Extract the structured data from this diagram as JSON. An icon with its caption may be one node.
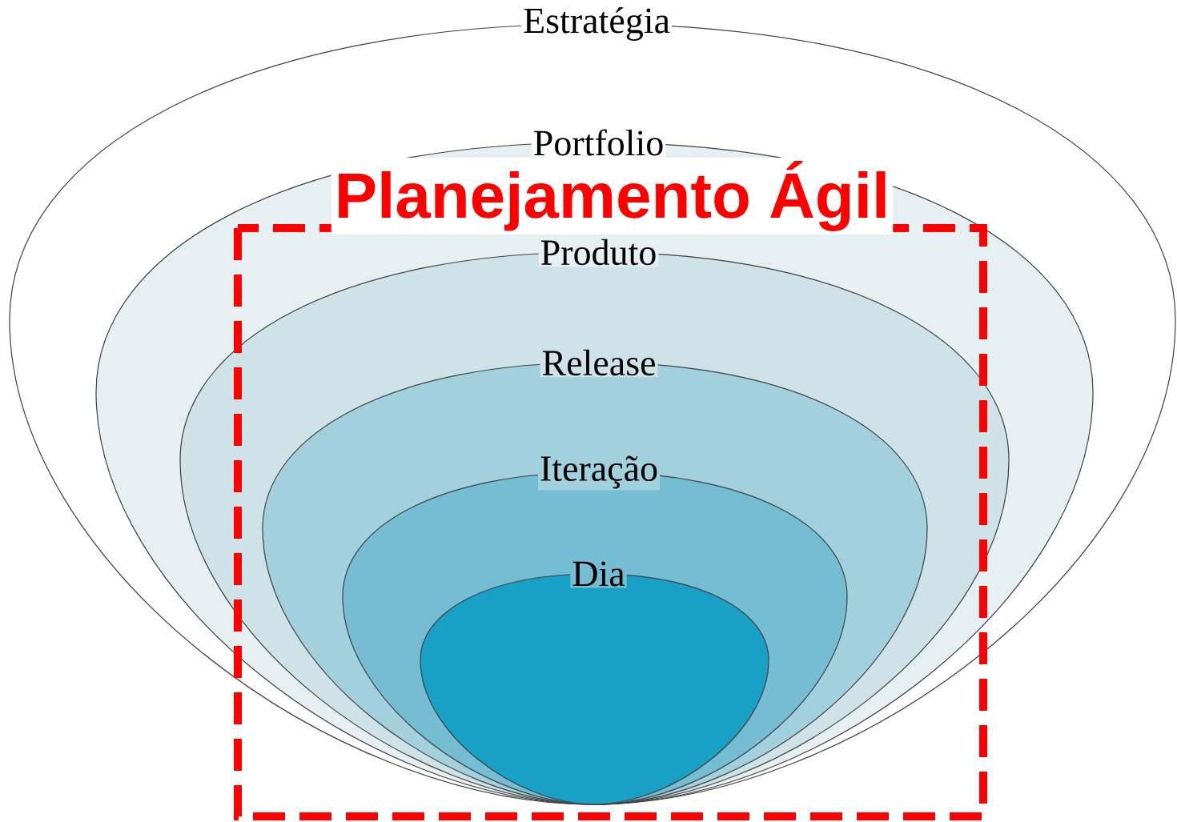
{
  "diagram": {
    "nodes": [
      {
        "text": [
          "Estratégia"
        ]
      },
      {
        "text": [
          "Portfolio"
        ],
        "in": 0
      },
      {
        "text": [
          "Produto"
        ],
        "in": 1
      },
      {
        "text": [
          "Release"
        ],
        "in": 2
      },
      {
        "text": [
          "Iteração"
        ],
        "in": 3
      },
      {
        "text": [
          "Dia"
        ],
        "in": 4
      }
    ],
    "labels": [
      "Planejamento Ágil"
    ]
  }
}
